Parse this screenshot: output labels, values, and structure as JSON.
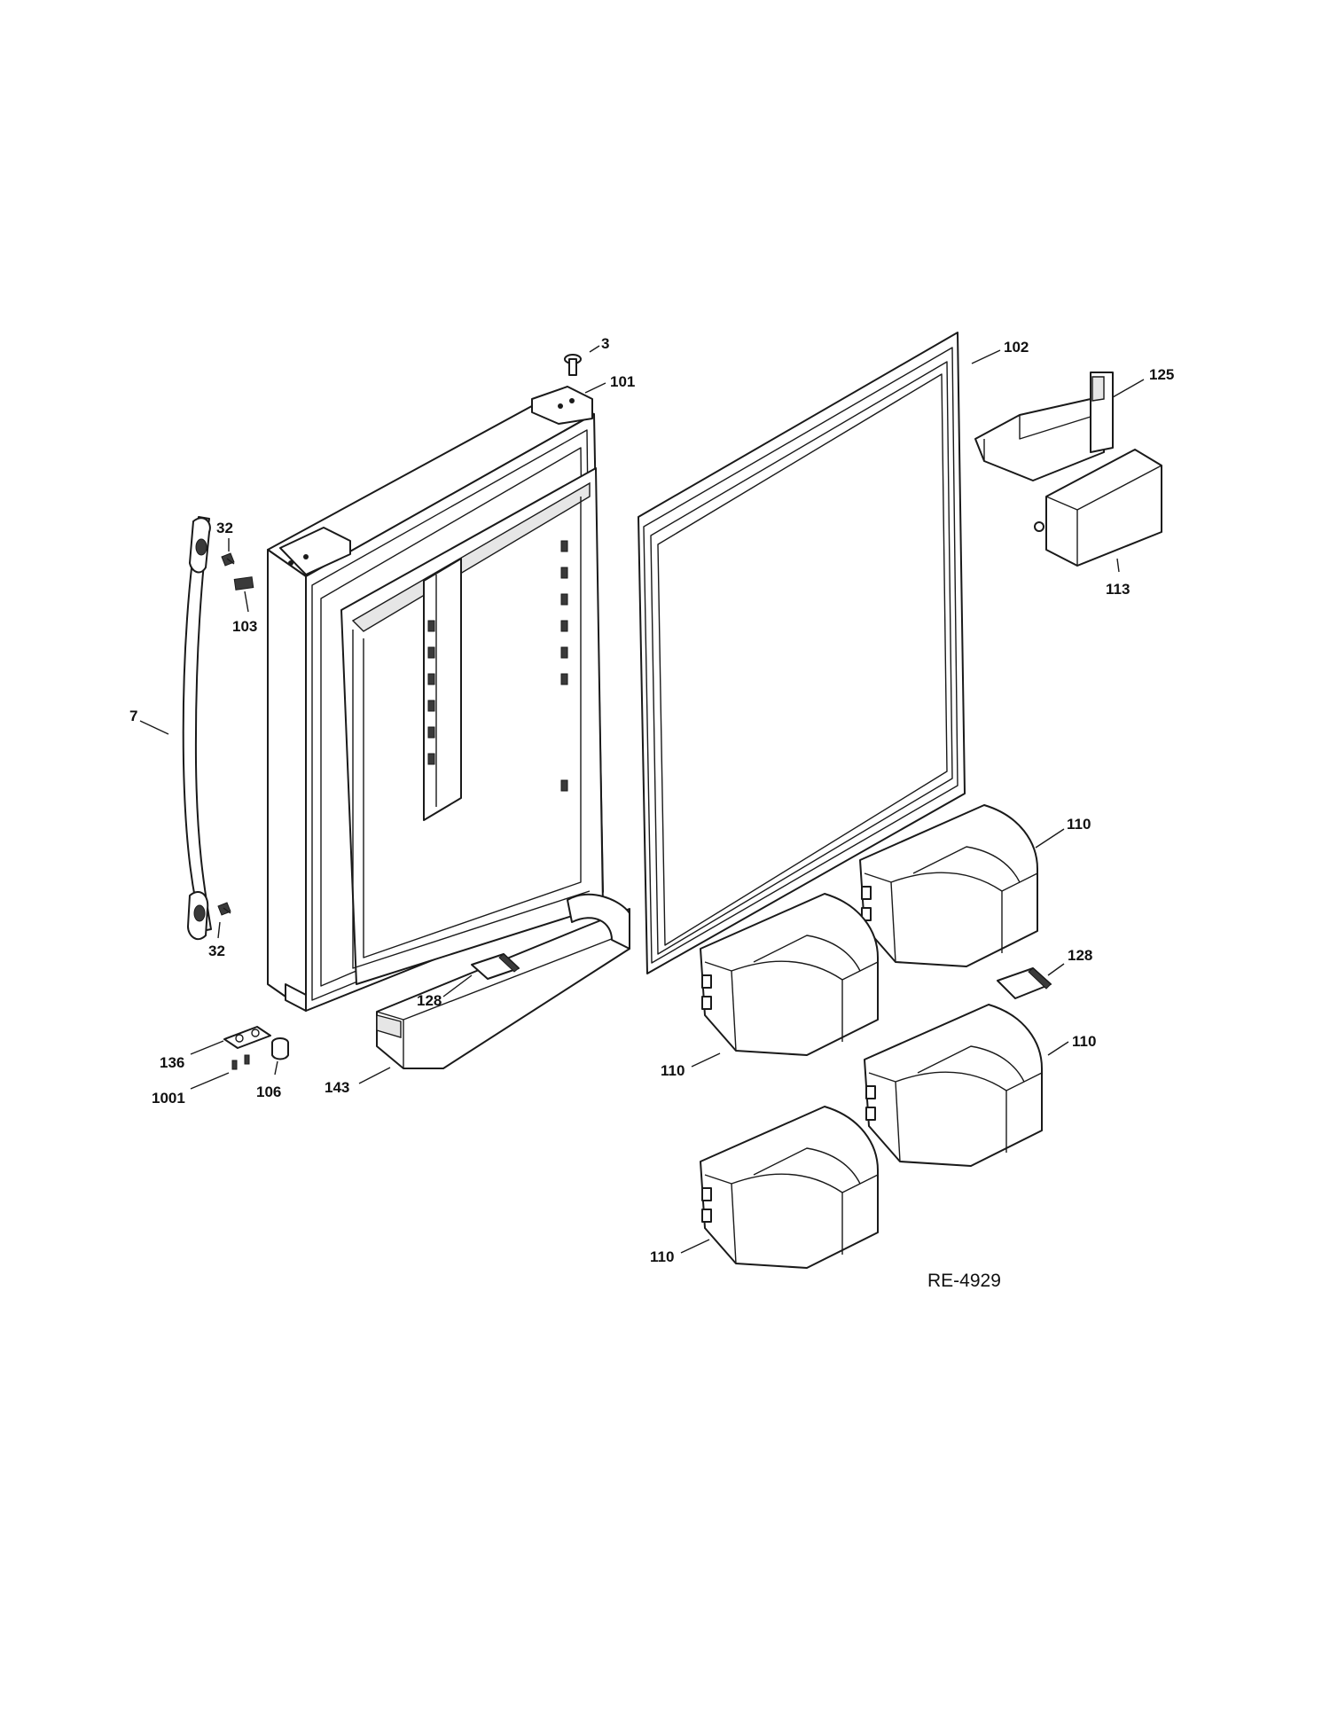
{
  "diagram_id": "RE-4929",
  "callouts": {
    "c3": "3",
    "c101": "101",
    "c102": "102",
    "c125": "125",
    "c113": "113",
    "c32_top": "32",
    "c103": "103",
    "c7": "7",
    "c32_bottom": "32",
    "c136": "136",
    "c1001": "1001",
    "c106": "106",
    "c143": "143",
    "c128_left": "128",
    "c128_right": "128",
    "c110_a": "110",
    "c110_b": "110",
    "c110_c": "110",
    "c110_d": "110"
  },
  "colors": {
    "line": "#1a1a1a",
    "background": "#ffffff"
  }
}
